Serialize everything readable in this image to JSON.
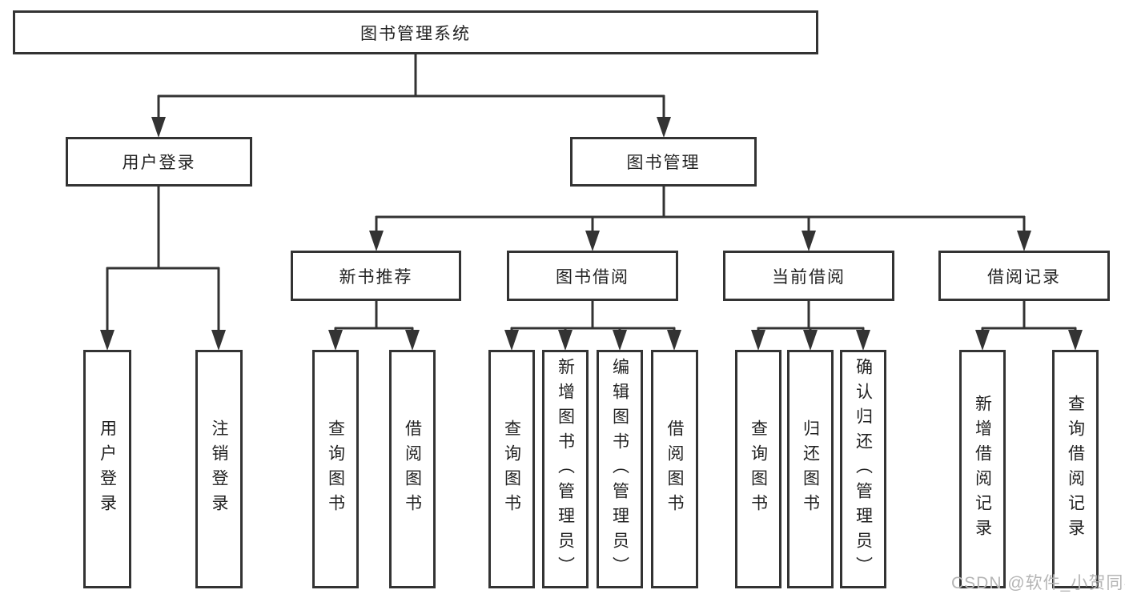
{
  "colors": {
    "box_border": "#333333",
    "connector_line": "#333333",
    "text": "#222222",
    "background": "#ffffff",
    "watermark": "#b5b5b5"
  },
  "watermark": {
    "text": "CSDN @软件_小贺同学"
  },
  "tree": {
    "label": "图书管理系统",
    "children": [
      {
        "label": "用户登录",
        "children": [
          {
            "label": "用户登录"
          },
          {
            "label": "注销登录"
          }
        ]
      },
      {
        "label": "图书管理",
        "children": [
          {
            "label": "新书推荐",
            "children": [
              {
                "label": "查询图书"
              },
              {
                "label": "借阅图书"
              }
            ]
          },
          {
            "label": "图书借阅",
            "children": [
              {
                "label": "查询图书"
              },
              {
                "label": "新增图书（管理员）"
              },
              {
                "label": "编辑图书（管理员）"
              },
              {
                "label": "借阅图书"
              }
            ]
          },
          {
            "label": "当前借阅",
            "children": [
              {
                "label": "查询图书"
              },
              {
                "label": "归还图书"
              },
              {
                "label": "确认归还（管理员）"
              }
            ]
          },
          {
            "label": "借阅记录",
            "children": [
              {
                "label": "新增借阅记录"
              },
              {
                "label": "查询借阅记录"
              }
            ]
          }
        ]
      }
    ]
  }
}
